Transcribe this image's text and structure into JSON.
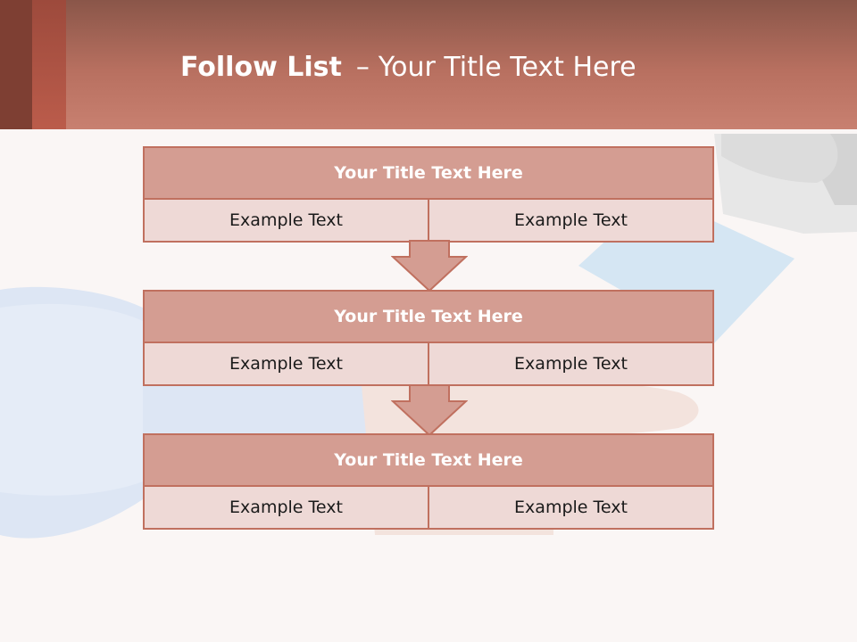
{
  "header": {
    "title_bold": "Follow List",
    "title_dash": "–",
    "title_rest": "Your Title Text Here"
  },
  "boxes": [
    {
      "title": "Your Title Text Here",
      "cells": [
        "Example Text",
        "Example Text"
      ]
    },
    {
      "title": "Your Title Text Here",
      "cells": [
        "Example Text",
        "Example Text"
      ]
    },
    {
      "title": "Your Title Text Here",
      "cells": [
        "Example Text",
        "Example Text"
      ]
    }
  ],
  "colors": {
    "accent": "#c0705f",
    "box_title_fill": "#d49d92",
    "cell_fill": "#eed9d6",
    "header_top": "#8a5649",
    "header_bottom": "#c88070"
  }
}
